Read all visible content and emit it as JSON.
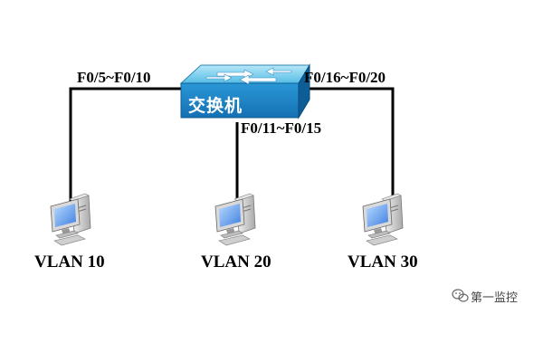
{
  "switch": {
    "label": "交换机"
  },
  "ports": {
    "left": "F0/5~F0/10",
    "middle": "F0/11~F0/15",
    "right": "F0/16~F0/20"
  },
  "hosts": [
    {
      "label": "VLAN 10"
    },
    {
      "label": "VLAN 20"
    },
    {
      "label": "VLAN 30"
    }
  ],
  "watermark": {
    "text": "第一监控",
    "icon": "wechat-icon"
  },
  "colors": {
    "switch_top": "#7fd0ee",
    "switch_front": "#1f86c8",
    "switch_side": "#0d5d97",
    "link_line": "#000000"
  }
}
